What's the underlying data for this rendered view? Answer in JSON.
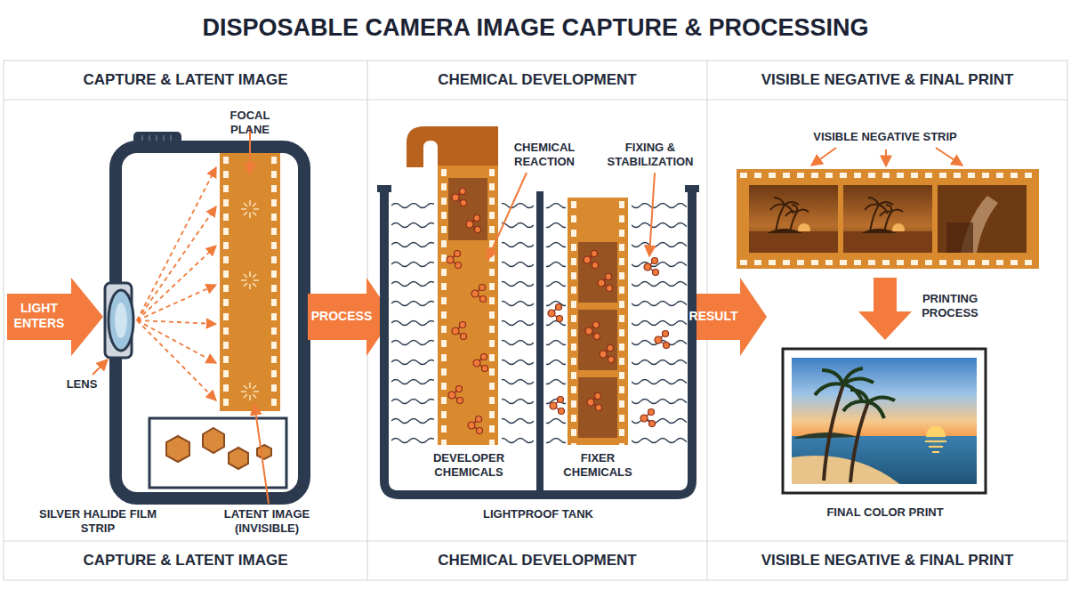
{
  "diagram": {
    "title": "DISPOSABLE CAMERA IMAGE CAPTURE & PROCESSING",
    "nodes": [
      {
        "text": [
          "CAPTURE & LATENT IMAGE",
          "CAPTURE & LATENT IMAGE"
        ]
      },
      {
        "text": [
          "CHEMICAL DEVELOPMENT",
          "CHEMICAL DEVELOPMENT"
        ]
      },
      {
        "text": [
          "VISIBLE NEGATIVE & FINAL PRINT",
          "VISIBLE NEGATIVE & FINAL PRINT"
        ]
      }
    ],
    "labels": [
      "FOCAL PLANE",
      "LIGHT ENTERS",
      "LENS",
      "SILVER HALIDE FILM STRIP",
      "LATENT IMAGE (INVISIBLE)",
      "PROCESS",
      "CHEMICAL REACTION",
      "FIXING & STABILIZATION",
      "DEVELOPER CHEMICALS",
      "FIXER CHEMICALS",
      "LIGHTPROOF TANK",
      "RESULT",
      "VISIBLE NEGATIVE STRIP",
      "PRINTING PROCESS",
      "FINAL COLOR PRINT"
    ]
  }
}
